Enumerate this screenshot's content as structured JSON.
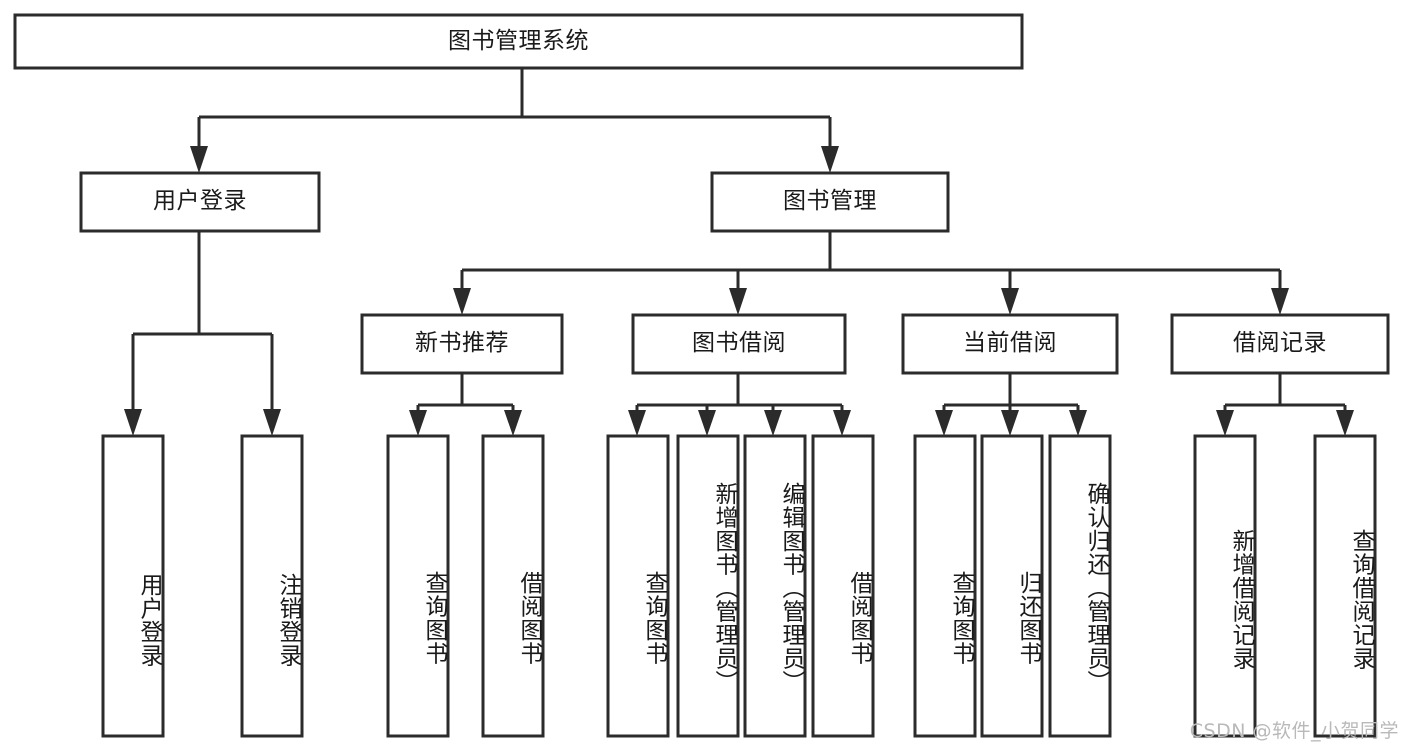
{
  "diagram": {
    "type": "tree-hierarchy-chart",
    "title": "图书管理系统",
    "watermark": "CSDN @软件_小贺同学",
    "colors": {
      "stroke": "#2b2b2b",
      "box_fill": "#ffffff",
      "text": "#1a1a1a",
      "background": "#ffffff",
      "watermark": "#b9b9b9"
    },
    "levels": {
      "root": {
        "label": "图书管理系统"
      },
      "level2": [
        {
          "id": "user-login",
          "label": "用户登录"
        },
        {
          "id": "book-management",
          "label": "图书管理"
        }
      ],
      "level3": [
        {
          "id": "new-book-recommend",
          "label": "新书推荐",
          "parent": "book-management"
        },
        {
          "id": "book-borrow",
          "label": "图书借阅",
          "parent": "book-management"
        },
        {
          "id": "current-borrow",
          "label": "当前借阅",
          "parent": "book-management"
        },
        {
          "id": "borrow-record",
          "label": "借阅记录",
          "parent": "book-management"
        }
      ],
      "leaves": {
        "user_login": [
          {
            "id": "leaf-user-login",
            "label": "用户登录"
          },
          {
            "id": "leaf-logout-login",
            "label": "注销登录"
          }
        ],
        "new_book_recommend": [
          {
            "id": "leaf-query-book-1",
            "label": "查询图书"
          },
          {
            "id": "leaf-borrow-book-1",
            "label": "借阅图书"
          }
        ],
        "book_borrow": [
          {
            "id": "leaf-query-book-2",
            "label": "查询图书"
          },
          {
            "id": "leaf-add-book",
            "label": "新增图书（管理员）"
          },
          {
            "id": "leaf-edit-book",
            "label": "编辑图书（管理员）"
          },
          {
            "id": "leaf-borrow-book-2",
            "label": "借阅图书"
          }
        ],
        "current_borrow": [
          {
            "id": "leaf-query-book-3",
            "label": "查询图书"
          },
          {
            "id": "leaf-return-book",
            "label": "归还图书"
          },
          {
            "id": "leaf-confirm-return",
            "label": "确认归还（管理员）"
          }
        ],
        "borrow_record": [
          {
            "id": "leaf-add-borrow-record",
            "label": "新增借阅记录"
          },
          {
            "id": "leaf-query-borrow-record",
            "label": "查询借阅记录"
          }
        ]
      }
    }
  }
}
